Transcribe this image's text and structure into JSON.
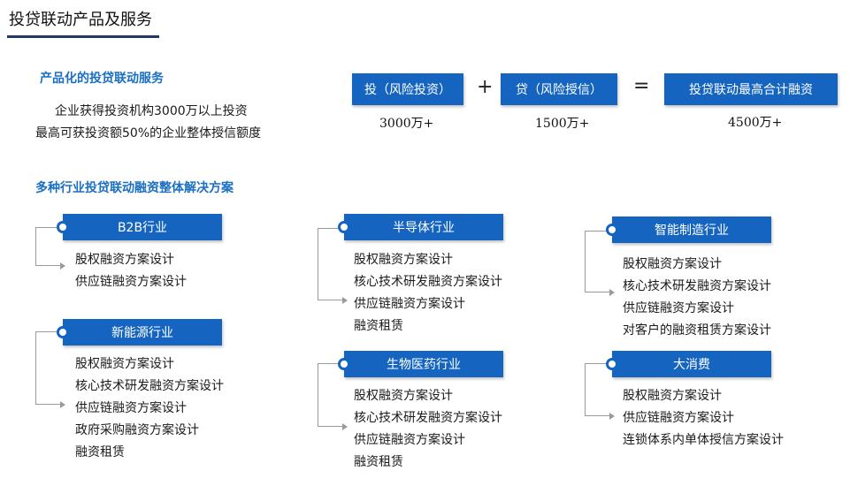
{
  "header": {
    "title": "投贷联动产品及服务"
  },
  "productized": {
    "title": "产品化的投贷联动服务",
    "lines": [
      "企业获得投资机构3000万以上投资",
      "最高可获投资额50%的企业整体授信额度"
    ]
  },
  "formula": {
    "invest_label": "投（风险投资）",
    "loan_label": "贷（风险授信）",
    "total_label": "投贷联动最高合计融资",
    "plus": "+",
    "equals": "=",
    "invest_amount": "3000万+",
    "loan_amount": "1500万+",
    "total_amount": "4500万+"
  },
  "solutions": {
    "title": "多种行业投贷联动融资整体解决方案",
    "industries": [
      {
        "name": "B2B行业",
        "items": [
          "股权融资方案设计",
          "供应链融资方案设计"
        ]
      },
      {
        "name": "新能源行业",
        "items": [
          "股权融资方案设计",
          "核心技术研发融资方案设计",
          "供应链融资方案设计",
          "政府采购融资方案设计",
          "融资租赁"
        ]
      },
      {
        "name": "半导体行业",
        "items": [
          "股权融资方案设计",
          "核心技术研发融资方案设计",
          "供应链融资方案设计",
          "融资租赁"
        ]
      },
      {
        "name": "生物医药行业",
        "items": [
          "股权融资方案设计",
          "核心技术研发融资方案设计",
          "供应链融资方案设计",
          "融资租赁"
        ]
      },
      {
        "name": "智能制造行业",
        "items": [
          "股权融资方案设计",
          "核心技术研发融资方案设计",
          "供应链融资方案设计",
          "对客户的融资租赁方案设计"
        ]
      },
      {
        "name": "大消费",
        "items": [
          "股权融资方案设计",
          "供应链融资方案设计",
          "连锁体系内单体授信方案设计"
        ]
      }
    ]
  },
  "colors": {
    "accent": "#1565c0",
    "title_blue": "#1a6fc2",
    "underline": "#1f3a66"
  }
}
